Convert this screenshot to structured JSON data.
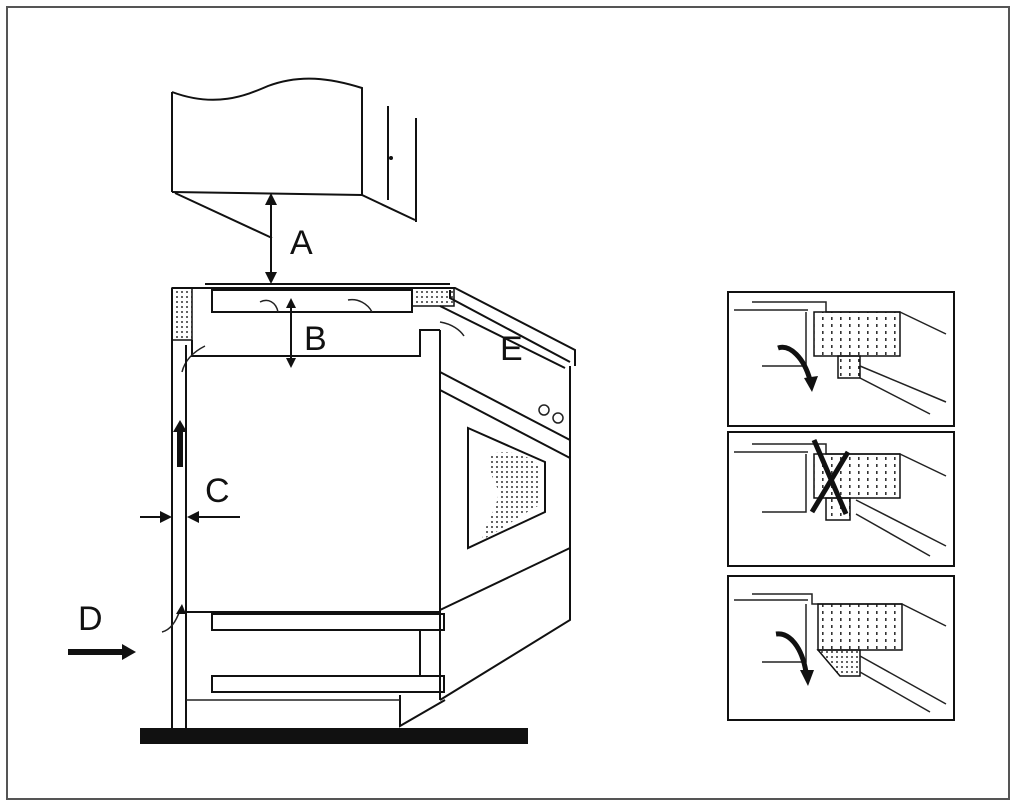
{
  "labels": {
    "a": "A",
    "b": "B",
    "c": "C",
    "d": "D",
    "e": "E"
  },
  "icons": {
    "main": "cooker-installation-clearance-diagram",
    "panel1": "vent-correct-icon",
    "panel2": "vent-blocked-icon",
    "panel3": "vent-correct-alt-icon"
  },
  "colors": {
    "line": "#111111",
    "frame": "#555555",
    "dots": "#333333"
  }
}
